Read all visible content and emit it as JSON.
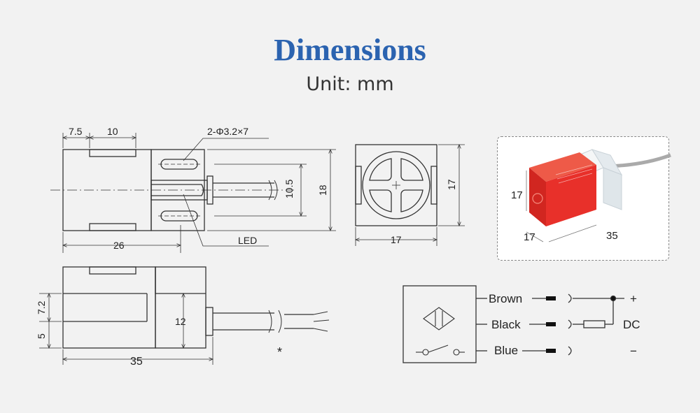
{
  "header": {
    "title": "Dimensions",
    "subtitle": "Unit: mm"
  },
  "top_view": {
    "dim_left": "7.5",
    "dim_slot": "10",
    "hole_note": "2-Φ3.2×7",
    "dim_10_5": "10.5",
    "dim_18": "18",
    "dim_26": "26",
    "led_label": "LED"
  },
  "front_view": {
    "dim_width": "17",
    "dim_height": "17"
  },
  "side_view": {
    "dim_7_2": "7.2",
    "dim_5": "5",
    "dim_12": "12",
    "dim_35": "35",
    "note": "*"
  },
  "photo": {
    "dim_height": "17",
    "dim_depth": "17",
    "dim_length": "35",
    "sensor_color": "#e8302a"
  },
  "wiring": {
    "brown": "Brown",
    "black": "Black",
    "blue": "Blue",
    "plus": "+",
    "minus": "−",
    "dc": "DC"
  },
  "colors": {
    "title": "#2b63b0",
    "line": "#333333"
  }
}
